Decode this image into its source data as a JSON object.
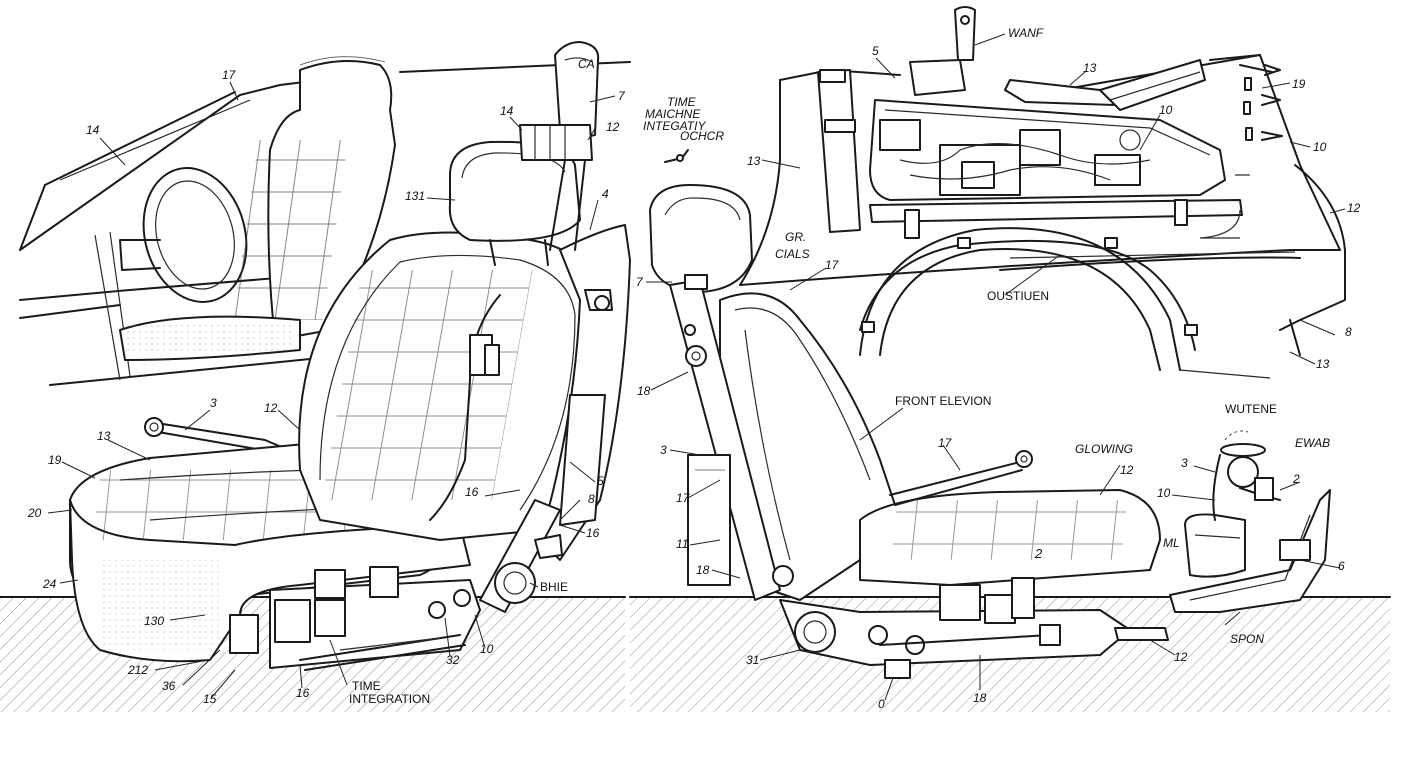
{
  "figure": {
    "left_callouts": [
      "17",
      "14",
      "14",
      "12",
      "4",
      "131",
      "3",
      "12",
      "13",
      "19",
      "20",
      "24",
      "130",
      "212",
      "36",
      "15",
      "16",
      "32",
      "10",
      "16",
      "8",
      "5"
    ],
    "left_captions": {
      "brake": "BHIE",
      "time_integration_line1": "TIME",
      "time_integration_line2": "INTEGRATION"
    },
    "left_top_callout": "7",
    "center_captions": {
      "time_machine_line1": "TIME",
      "time_machine_line2": "MAICHNE",
      "time_machine_line3": "INTEGATIY",
      "ochcr": "OCHCR",
      "ccals_line1": "GR.",
      "ccals_line2": "CIALS"
    },
    "right_callouts": [
      "5",
      "13",
      "19",
      "10",
      "13",
      "10",
      "12",
      "7",
      "17",
      "18",
      "3",
      "17",
      "11",
      "18",
      "8",
      "13",
      "17",
      "12",
      "31",
      "0",
      "18",
      "12",
      "3",
      "10",
      "2",
      "6"
    ],
    "right_captions": {
      "wanf": "WANF",
      "oustiuen": "OUSTIUEN",
      "front_elevation": "FRONT ELEVION",
      "glowing": "GLOWING",
      "wutene": "WUTENE",
      "ewab": "EWAB",
      "spon": "SPON",
      "ml": "ML"
    },
    "colors": {
      "ink": "#1a1a1a",
      "paper": "#ffffff",
      "hatch": "#333333"
    }
  }
}
